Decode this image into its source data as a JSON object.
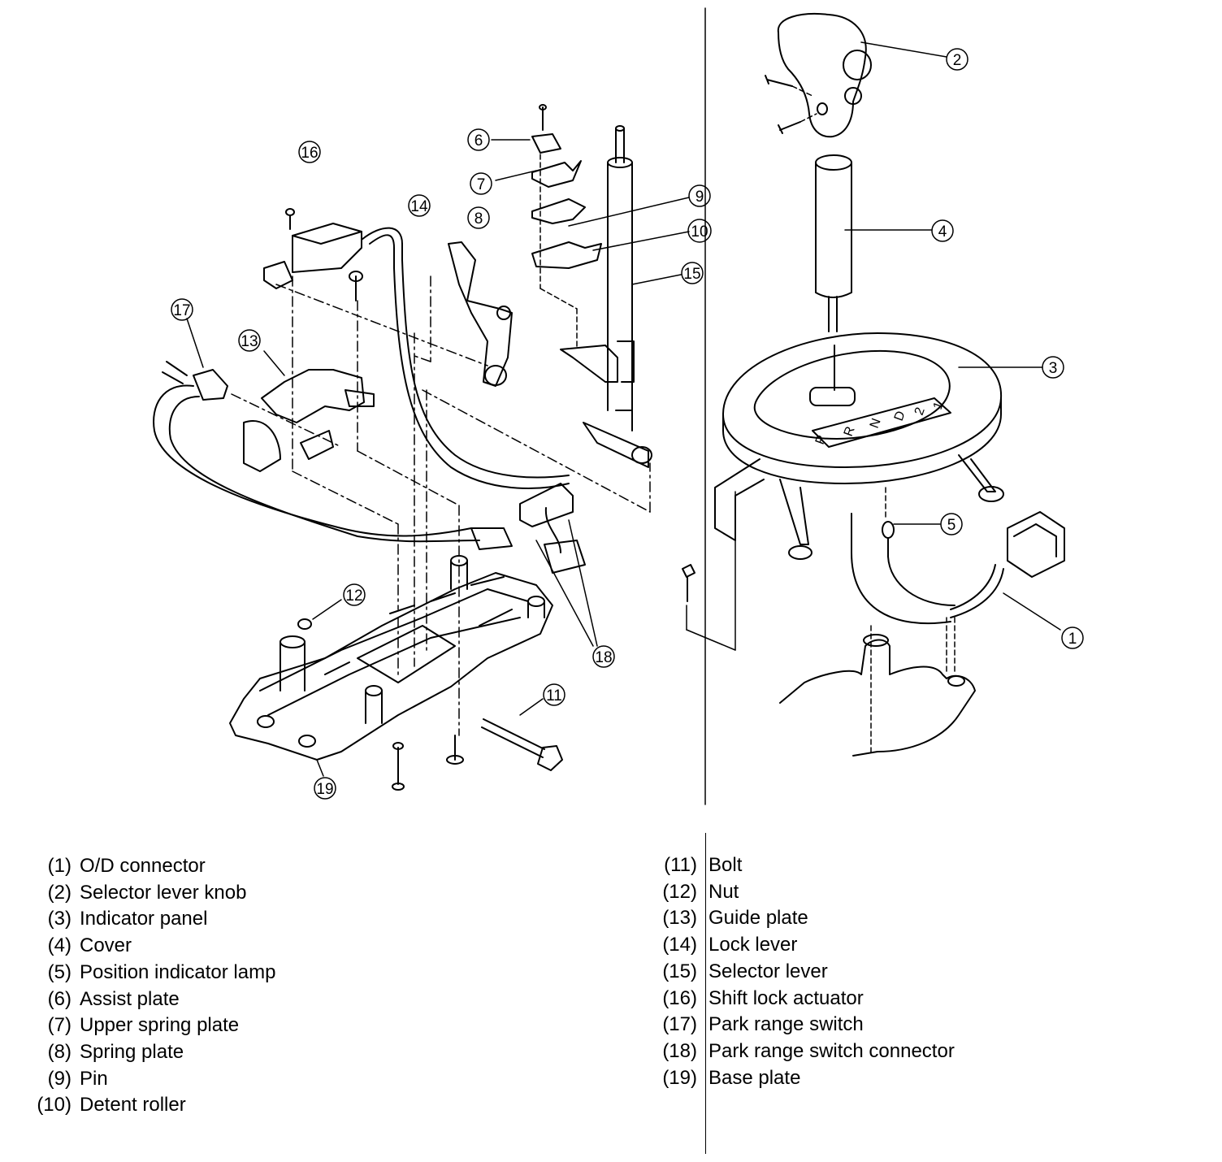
{
  "callouts": [
    {
      "id": "1",
      "label": "1"
    },
    {
      "id": "2",
      "label": "2"
    },
    {
      "id": "3",
      "label": "3"
    },
    {
      "id": "4",
      "label": "4"
    },
    {
      "id": "5",
      "label": "5"
    },
    {
      "id": "6",
      "label": "6"
    },
    {
      "id": "7",
      "label": "7"
    },
    {
      "id": "8",
      "label": "8"
    },
    {
      "id": "9",
      "label": "9"
    },
    {
      "id": "10",
      "label": "10"
    },
    {
      "id": "11",
      "label": "11"
    },
    {
      "id": "12",
      "label": "12"
    },
    {
      "id": "13",
      "label": "13"
    },
    {
      "id": "14",
      "label": "14"
    },
    {
      "id": "15",
      "label": "15"
    },
    {
      "id": "16",
      "label": "16"
    },
    {
      "id": "17",
      "label": "17"
    },
    {
      "id": "18",
      "label": "18"
    },
    {
      "id": "19",
      "label": "19"
    }
  ],
  "gear_letters": [
    "P",
    "R",
    "N",
    "D",
    "2",
    "1"
  ],
  "legend": {
    "left": [
      {
        "num": "(1)",
        "text": "O/D connector"
      },
      {
        "num": "(2)",
        "text": "Selector lever knob"
      },
      {
        "num": "(3)",
        "text": "Indicator panel"
      },
      {
        "num": "(4)",
        "text": "Cover"
      },
      {
        "num": "(5)",
        "text": "Position indicator lamp"
      },
      {
        "num": "(6)",
        "text": "Assist plate"
      },
      {
        "num": "(7)",
        "text": "Upper spring plate"
      },
      {
        "num": "(8)",
        "text": "Spring plate"
      },
      {
        "num": "(9)",
        "text": "Pin"
      },
      {
        "num": "(10)",
        "text": "Detent roller"
      }
    ],
    "right": [
      {
        "num": "(11)",
        "text": "Bolt"
      },
      {
        "num": "(12)",
        "text": "Nut"
      },
      {
        "num": "(13)",
        "text": "Guide plate"
      },
      {
        "num": "(14)",
        "text": "Lock lever"
      },
      {
        "num": "(15)",
        "text": "Selector lever"
      },
      {
        "num": "(16)",
        "text": "Shift lock actuator"
      },
      {
        "num": "(17)",
        "text": "Park range switch"
      },
      {
        "num": "(18)",
        "text": "Park range switch connector"
      },
      {
        "num": "(19)",
        "text": "Base plate"
      }
    ]
  }
}
